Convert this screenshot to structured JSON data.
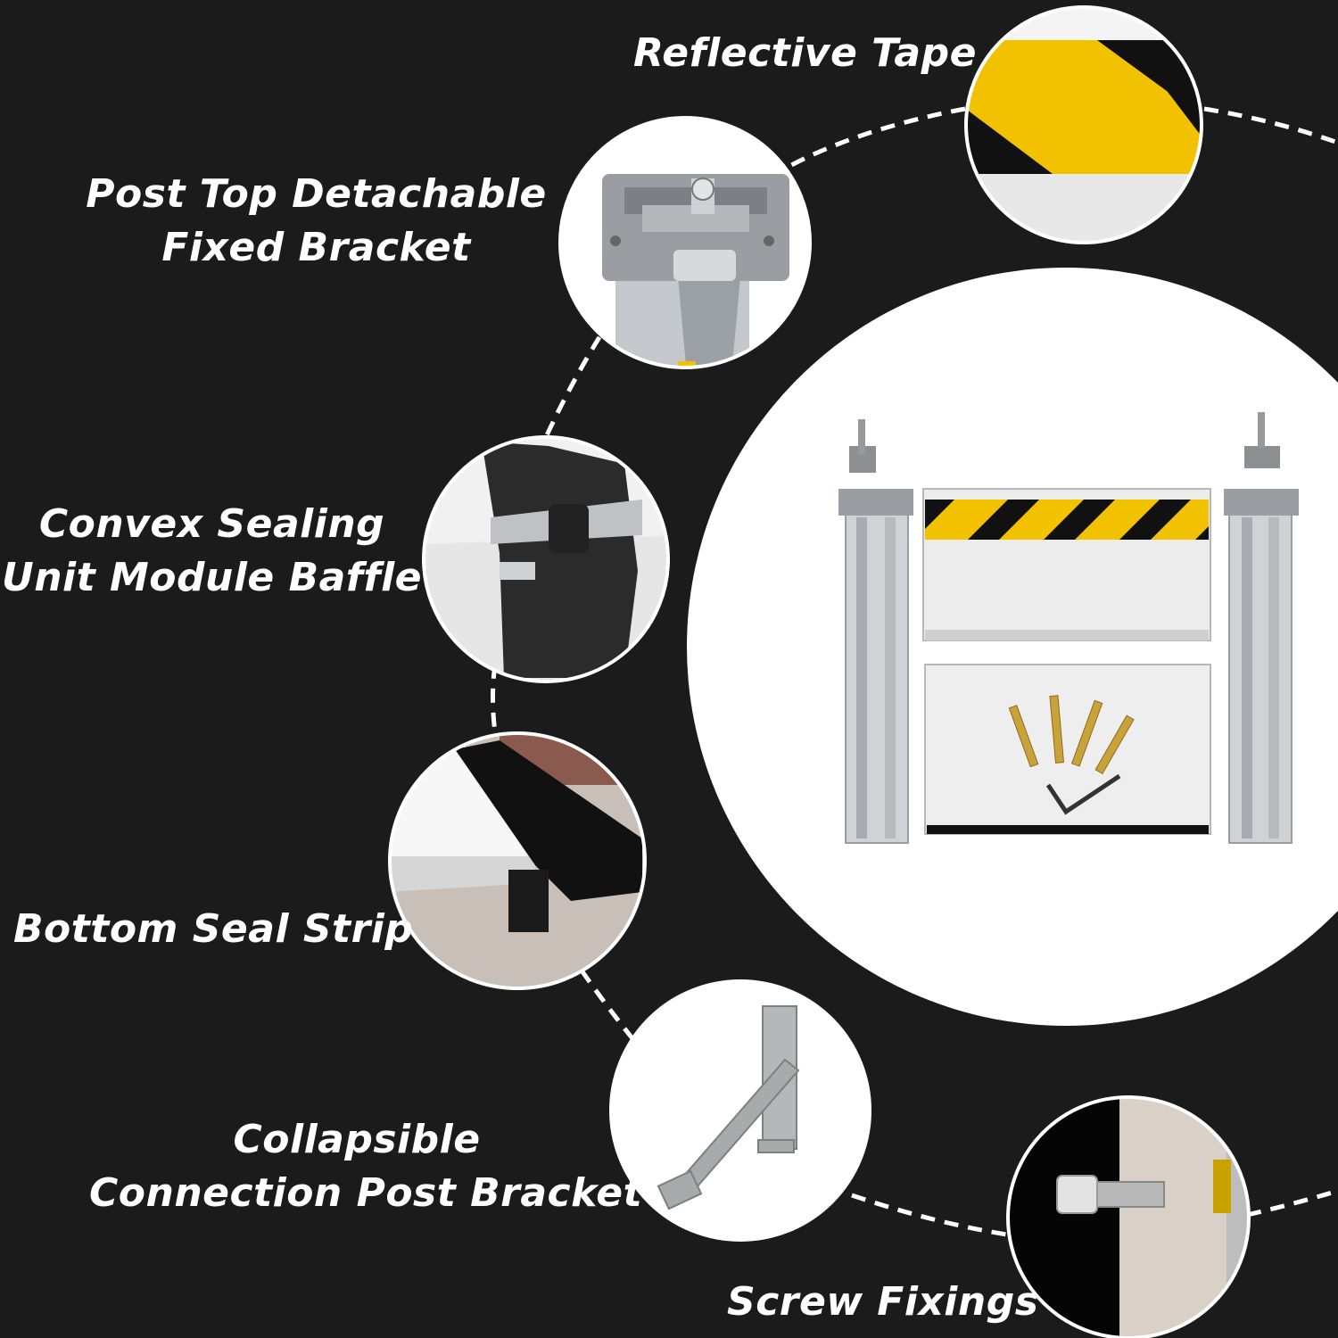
{
  "labels": {
    "reflective_tape": "Reflective Tape",
    "post_top_line1": "Post Top Detachable",
    "post_top_line2": "Fixed Bracket",
    "convex_line1": "Convex Sealing",
    "convex_line2": "Unit Module Baffle",
    "bottom_seal": "Bottom Seal Strip",
    "collapsible_line1": "Collapsible",
    "collapsible_line2": "Connection Post Bracket",
    "screw_fixings": "Screw Fixings"
  },
  "colors": {
    "background": "#1b1b1b",
    "text": "#ffffff",
    "hazard_yellow": "#f2c200",
    "hazard_black": "#111111",
    "aluminum": "#c9ccd0",
    "panel_white": "#ececec"
  },
  "icons": {
    "reflective_tape": "hazard-stripe-icon",
    "post_top": "bracket-clamp-icon",
    "convex_sealing": "sealing-joint-icon",
    "bottom_seal": "seal-strip-icon",
    "collapsible": "folding-bracket-icon",
    "screw": "screw-icon"
  }
}
